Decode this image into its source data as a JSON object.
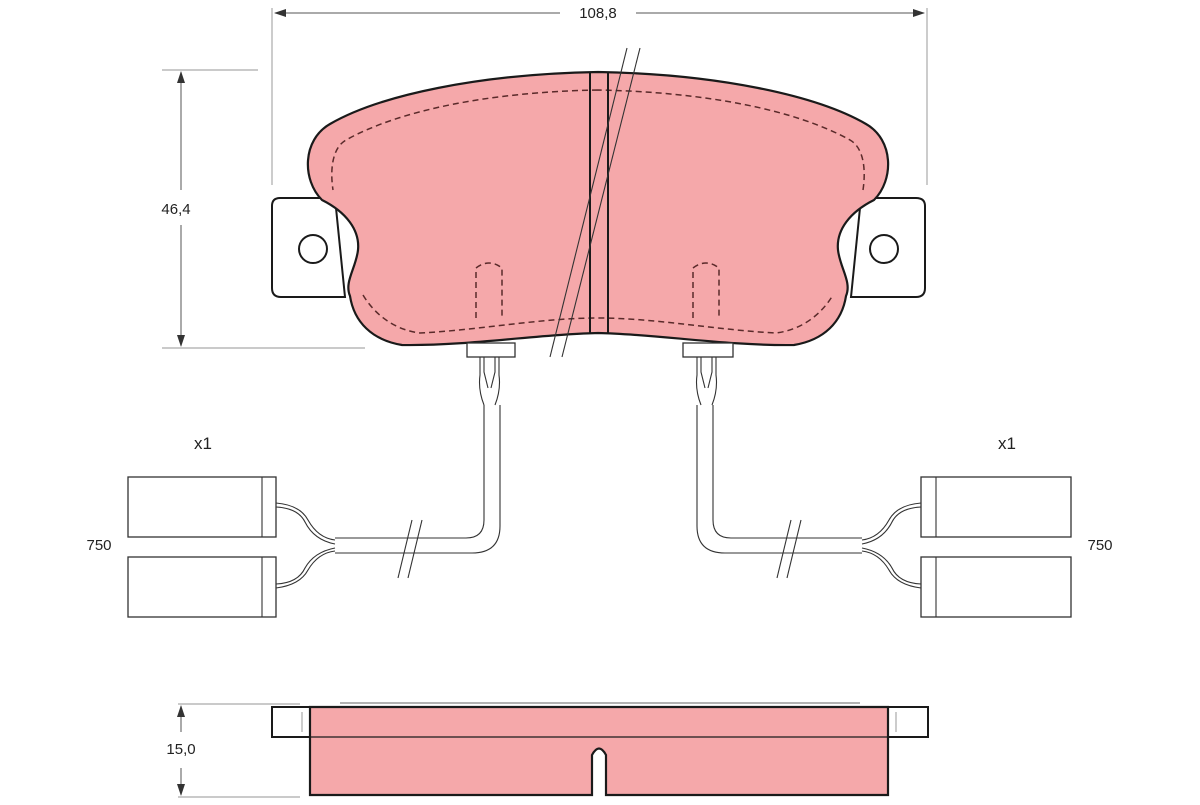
{
  "dimensions": {
    "width": "108,8",
    "height": "46,4",
    "thickness": "15,0"
  },
  "sensors": {
    "left": {
      "quantity": "x1",
      "length": "750"
    },
    "right": {
      "quantity": "x1",
      "length": "750"
    }
  },
  "colors": {
    "pad_fill": "#f5a8aa",
    "outline": "#1a1a1a"
  }
}
